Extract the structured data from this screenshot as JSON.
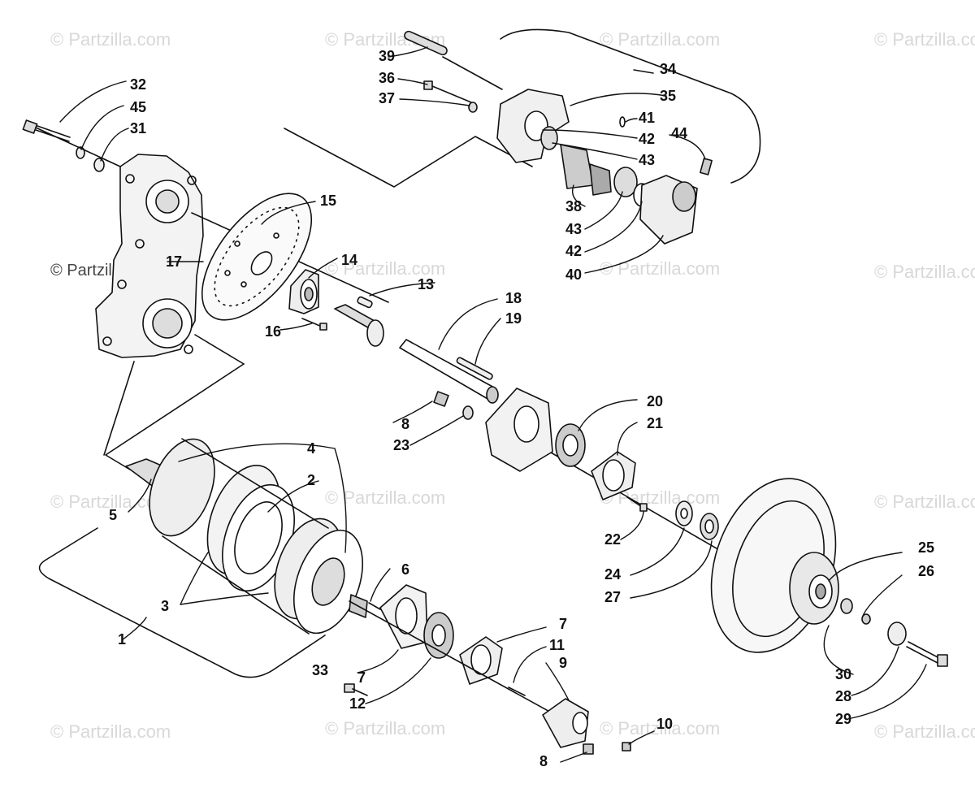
{
  "watermark": {
    "text": "© Partzilla.com",
    "strong_text": "© Partzilla.com"
  },
  "callouts": {
    "c1": "1",
    "c2": "2",
    "c3": "3",
    "c4": "4",
    "c5": "5",
    "c6": "6",
    "c7a": "7",
    "c7b": "7",
    "c8a": "8",
    "c8b": "8",
    "c9": "9",
    "c10": "10",
    "c11": "11",
    "c12": "12",
    "c13": "13",
    "c14": "14",
    "c15": "15",
    "c16": "16",
    "c17": "17",
    "c18": "18",
    "c19": "19",
    "c20": "20",
    "c21": "21",
    "c22": "22",
    "c23": "23",
    "c24": "24",
    "c25": "25",
    "c26": "26",
    "c27": "27",
    "c28": "28",
    "c29": "29",
    "c30": "30",
    "c31": "31",
    "c32": "32",
    "c33": "33",
    "c34": "34",
    "c35": "35",
    "c36": "36",
    "c37": "37",
    "c38": "38",
    "c39": "39",
    "c40": "40",
    "c41": "41",
    "c42a": "42",
    "c42b": "42",
    "c43a": "43",
    "c43b": "43",
    "c44": "44",
    "c45": "45"
  },
  "colors": {
    "ink": "#111111",
    "watermark": "#d8d8d8",
    "part_fill": "#f4f4f4",
    "part_shade": "#9a9a9a"
  }
}
